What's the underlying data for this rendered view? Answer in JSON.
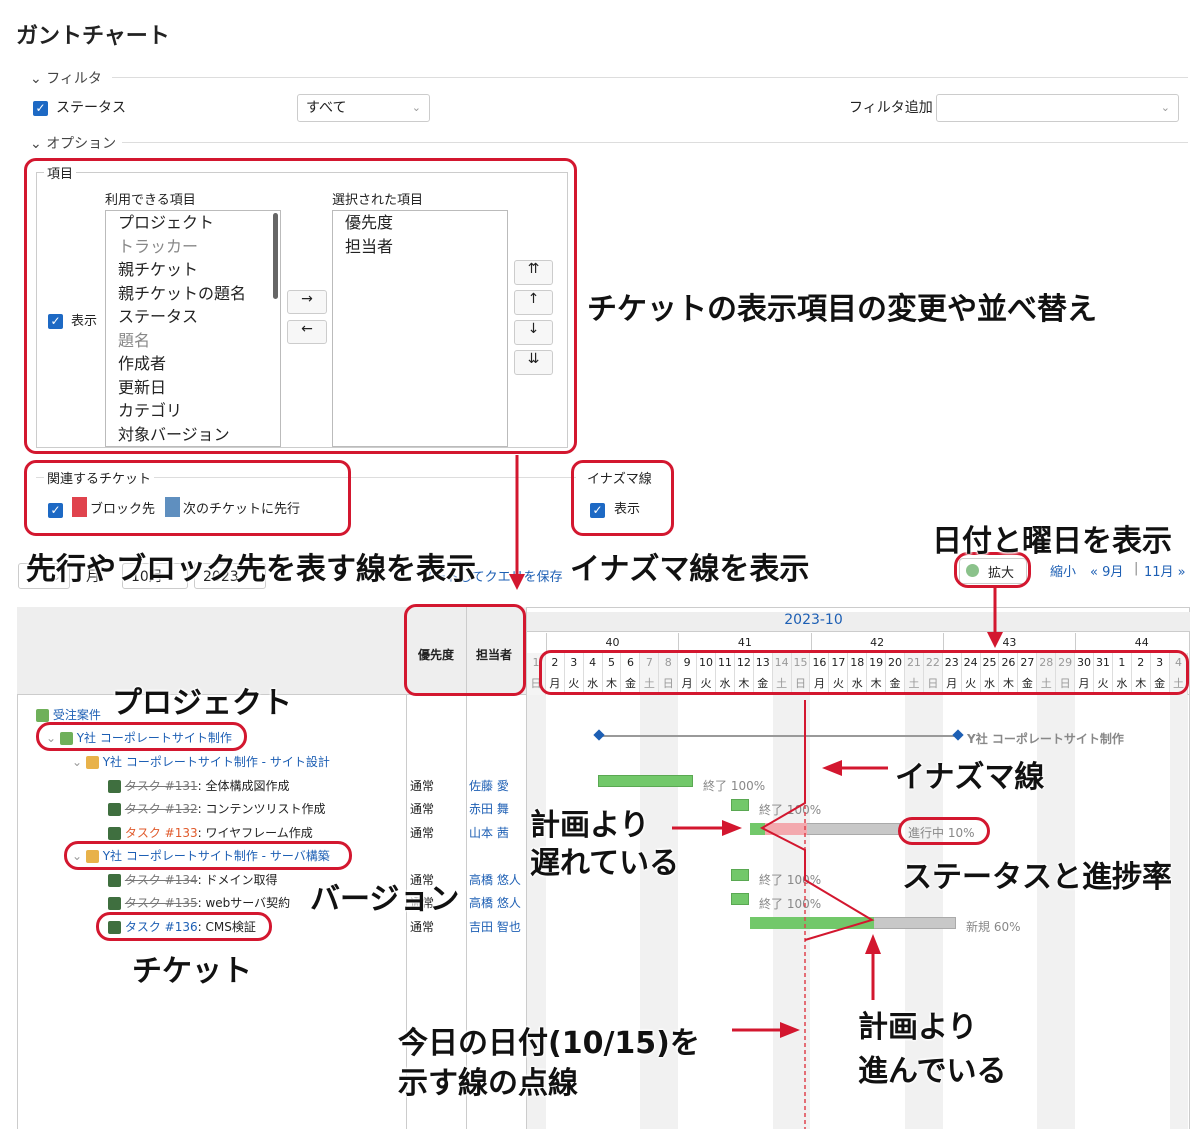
{
  "page_title": "ガントチャート",
  "filter": {
    "legend": "フィルタ",
    "status_label": "ステータス",
    "status_value": "すべて",
    "add_filter_label": "フィルタ追加"
  },
  "options": {
    "legend": "オプション",
    "columns_legend": "項目",
    "show_label": "表示",
    "available_label": "利用できる項目",
    "selected_label": "選択された項目",
    "available_items": [
      "プロジェクト",
      "トラッカー",
      "親チケット",
      "親チケットの題名",
      "ステータス",
      "題名",
      "作成者",
      "更新日",
      "カテゴリ",
      "対象バージョン"
    ],
    "selected_items": [
      "優先度",
      "担当者"
    ],
    "move_right": "→",
    "move_left": "←",
    "move_top": "⇈",
    "move_up": "↑",
    "move_down": "↓",
    "move_bottom": "⇊",
    "related_legend": "関連するチケット",
    "blocks_label": "ブロック先",
    "precedes_label": "次のチケットに先行",
    "lightning_legend": "イナズマ線",
    "lightning_show": "表示"
  },
  "toolbar": {
    "month_suffix": "月",
    "month_value": "10月",
    "year_value": "2023",
    "save_label": "ソートしてクエリを保存",
    "zoom_in": "拡大",
    "zoom_out": "縮小",
    "prev_month": "« 9月",
    "separator": "|",
    "next_month": "11月 »"
  },
  "gantt": {
    "month": "2023-10",
    "weeks": [
      "40",
      "41",
      "42",
      "43",
      "44"
    ],
    "col_priority": "優先度",
    "col_assignee": "担当者",
    "days": [
      "1",
      "2",
      "3",
      "4",
      "5",
      "6",
      "7",
      "8",
      "9",
      "10",
      "11",
      "12",
      "13",
      "14",
      "15",
      "16",
      "17",
      "18",
      "19",
      "20",
      "21",
      "22",
      "23",
      "24",
      "25",
      "26",
      "27",
      "28",
      "29",
      "30",
      "31",
      "1",
      "2",
      "3",
      "4"
    ],
    "weekdays": [
      "日",
      "月",
      "火",
      "水",
      "木",
      "金",
      "土",
      "日",
      "月",
      "火",
      "水",
      "木",
      "金",
      "土",
      "日",
      "月",
      "火",
      "水",
      "木",
      "金",
      "土",
      "日",
      "月",
      "火",
      "水",
      "木",
      "金",
      "土",
      "日",
      "月",
      "火",
      "水",
      "木",
      "金",
      "土"
    ],
    "rows": [
      {
        "kind": "project",
        "subject": "受注案件"
      },
      {
        "kind": "project",
        "subject": "Y社 コーポレートサイト制作"
      },
      {
        "kind": "version",
        "subject": "Y社 コーポレートサイト制作 - サイト設計"
      },
      {
        "kind": "issue",
        "tracker": "タスク #131",
        "subject": ": 全体構成図作成",
        "priority": "通常",
        "assignee": "佐藤 愛",
        "status": "終了 100%"
      },
      {
        "kind": "issue",
        "tracker": "タスク #132",
        "subject": ": コンテンツリスト作成",
        "priority": "通常",
        "assignee": "赤田 舞",
        "status": "終了 100%"
      },
      {
        "kind": "issue",
        "tracker": "タスク #133",
        "subject": ": ワイヤフレーム作成",
        "priority": "通常",
        "assignee": "山本 茜",
        "status": "進行中 10%"
      },
      {
        "kind": "version",
        "subject": "Y社 コーポレートサイト制作 - サーバ構築"
      },
      {
        "kind": "issue",
        "tracker": "タスク #134",
        "subject": ": ドメイン取得",
        "priority": "通常",
        "assignee": "高橋 悠人",
        "status": "終了 100%"
      },
      {
        "kind": "issue",
        "tracker": "タスク #135",
        "subject": ": webサーバ契約",
        "priority": "通常",
        "assignee": "高橋 悠人",
        "status": "終了 100%"
      },
      {
        "kind": "issue",
        "tracker": "タスク #136",
        "subject": ": CMS検証",
        "priority": "通常",
        "assignee": "吉田 智也",
        "status": "新規 60%"
      }
    ],
    "project_bar_label": "Y社 コーポレートサイト制作"
  },
  "annotations": {
    "columns": "チケットの表示項目の変更や並べ替え",
    "relations": "先行やブロック先を表す線を表示",
    "lightning": "イナズマ線を表示",
    "dates": "日付と曜日を表示",
    "project": "プロジェクト",
    "lightning_line": "イナズマ線",
    "behind_1": "計画より",
    "behind_2": "遅れている",
    "status_progress": "ステータスと進捗率",
    "version": "バージョン",
    "ticket": "チケット",
    "today_1": "今日の日付(10/15)を",
    "today_2": "示す線の点線",
    "ahead_1": "計画より",
    "ahead_2": "進んでいる"
  },
  "colors": {
    "accent": "#1d5fb4",
    "annotation_red": "#d3172f",
    "bar_done": "#72c86a",
    "bar_todo": "#c8c8c8"
  }
}
